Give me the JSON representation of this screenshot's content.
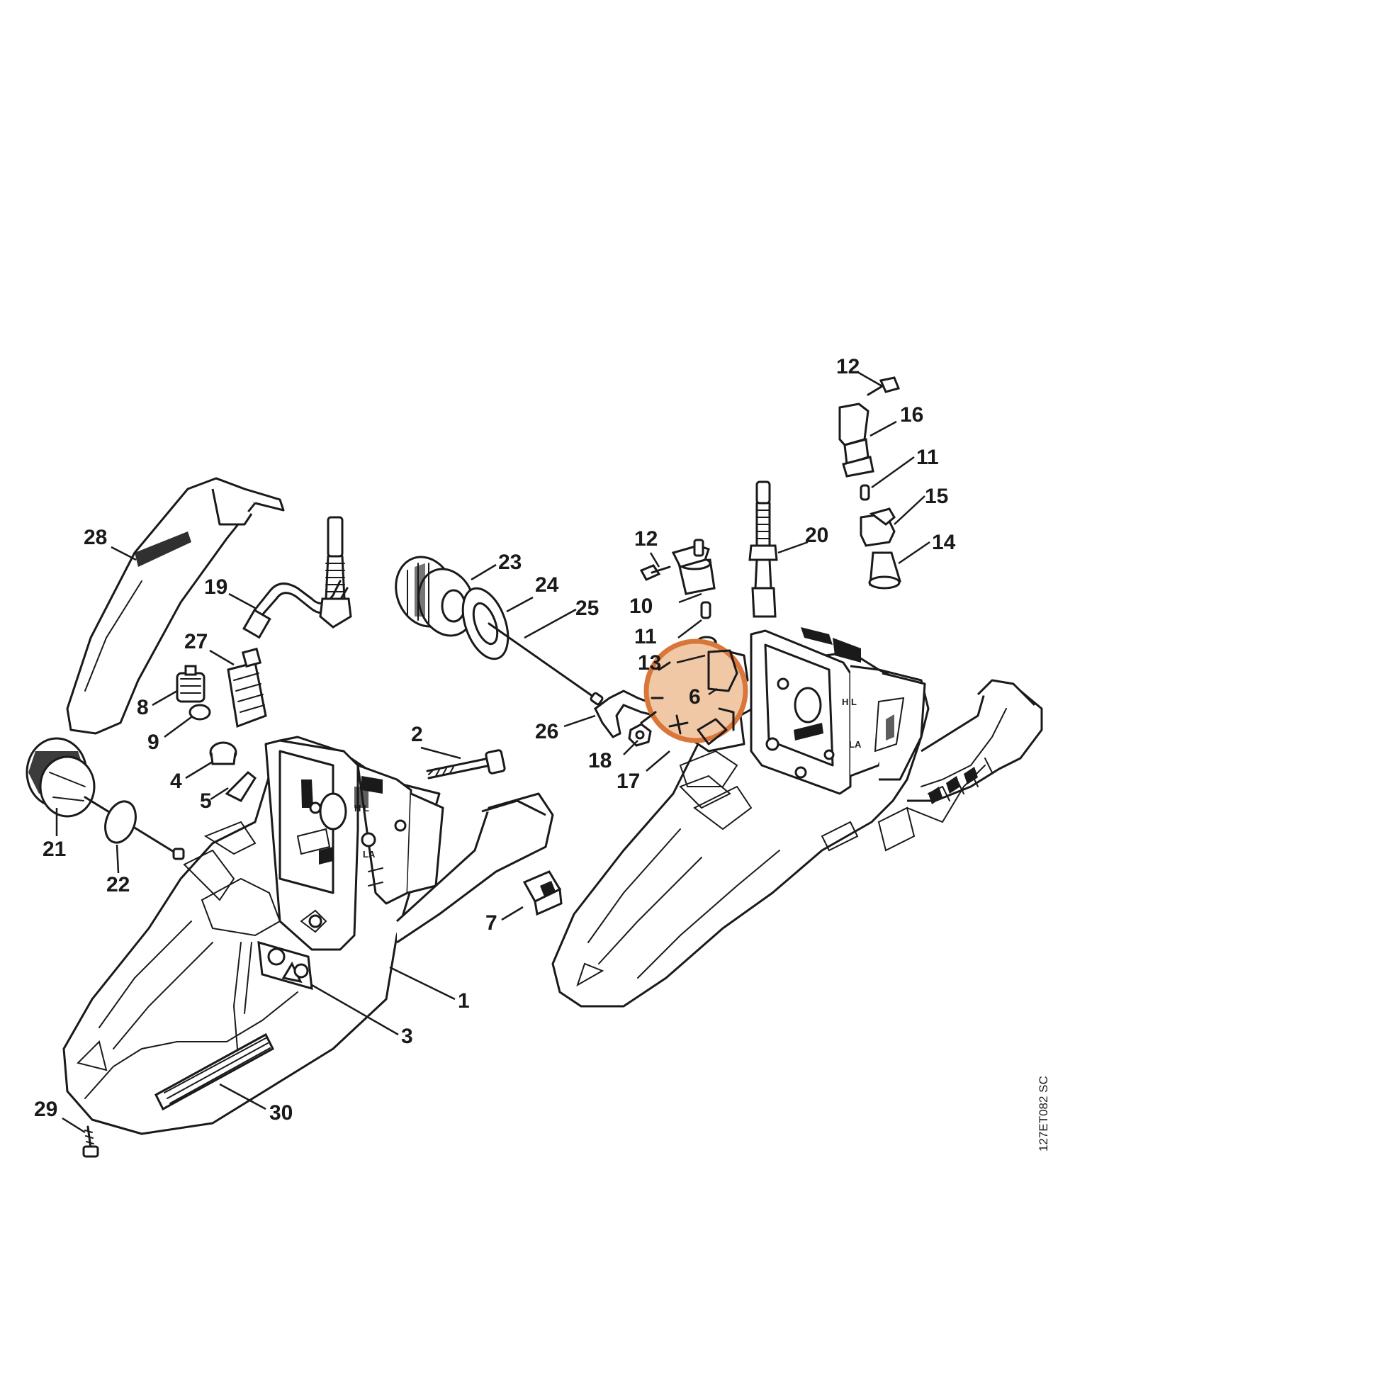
{
  "highlight_color": "#d9763a",
  "highlight_fill": "#f0c8a6",
  "drawing_reference": "127ET082 SC",
  "callouts": {
    "c28": "28",
    "c19": "19",
    "c27": "27",
    "c8": "8",
    "c9": "9",
    "c21": "21",
    "c22": "22",
    "c4": "4",
    "c5": "5",
    "c2": "2",
    "c23": "23",
    "c24": "24",
    "c25": "25",
    "c26": "26",
    "c12a": "12",
    "c10": "10",
    "c11a": "11",
    "c13": "13",
    "c6": "6",
    "c18": "18",
    "c17": "17",
    "c7": "7",
    "c1": "1",
    "c3": "3",
    "c29": "29",
    "c30": "30",
    "c12b": "12",
    "c16": "16",
    "c11b": "11",
    "c15": "15",
    "c14": "14",
    "c20": "20"
  },
  "part_markings": {
    "hl_left": "H L",
    "la_left": "LA",
    "hl_right": "H L",
    "la_right": "LA"
  }
}
